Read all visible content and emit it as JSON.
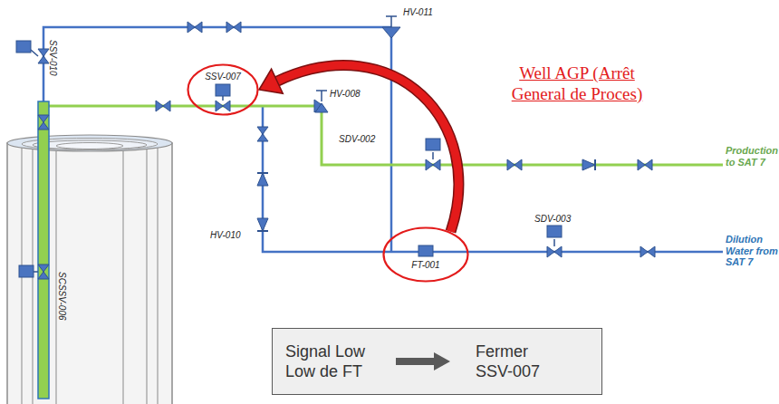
{
  "diagram": {
    "nodes": [
      {
        "text": [
          "SSV-007"
        ]
      },
      {
        "text": [
          "FT-001"
        ]
      },
      {
        "text": [
          "Signal Low Low de FT",
          "Fermer SSV-007"
        ]
      }
    ],
    "edges": [
      {
        "from": 1,
        "to": 0,
        "arrow": "to"
      }
    ],
    "labels": [
      "HV-011",
      "SSV-010",
      "HV-008",
      "SDV-002",
      "HV-010",
      "SDV-003",
      "Production to SAT 7",
      "Dilution Water from SAT 7",
      "SCSSV-006",
      "Well AGP (Arrêt General de Proces)"
    ]
  }
}
